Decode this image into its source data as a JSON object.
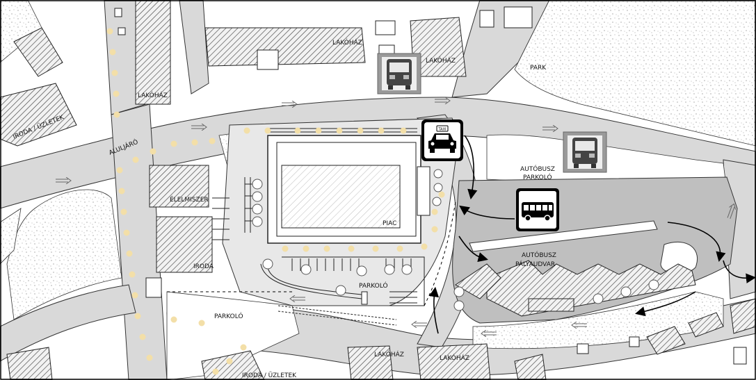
{
  "map": {
    "labels": {
      "lakohaz": "LAKÓHÁZ",
      "park": "PARK",
      "iroda_uzletek": "IRODA / ÜZLETEK",
      "aluljaro": "ALULJÁRÓ",
      "elelmiszer": "ÉLELMISZER",
      "piac": "PIAC",
      "iroda": "IRODA",
      "parkolo": "PARKOLÓ",
      "autobusz_parkolo_1": "AUTÓBUSZ",
      "autobusz_parkolo_2": "PARKOLÓ",
      "autobusz_palyaudvar_1": "AUTÓBUSZ",
      "autobusz_palyaudvar_2": "PÁLYAUDVAR"
    },
    "icons": {
      "taxi_sign_text": "TAXI",
      "trolleybus": "trolleybus-stop-icon",
      "taxi": "taxi-stand-icon",
      "bus": "bus-parking-icon"
    },
    "colors": {
      "road": "#d9d9d9",
      "building_hatch": "#555555",
      "pedestrian_dots": "#f3dfa8",
      "bus_area": "#bfbfbf"
    }
  }
}
